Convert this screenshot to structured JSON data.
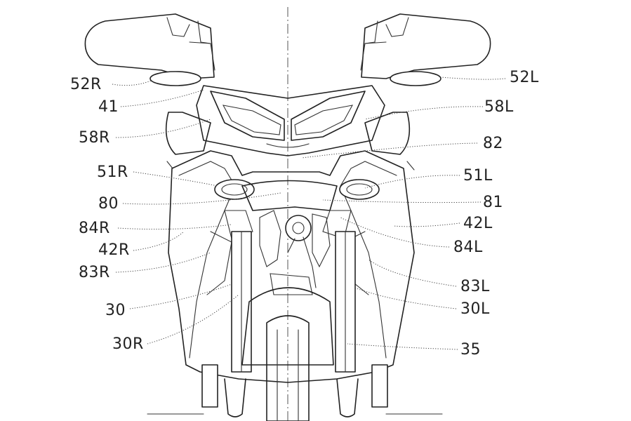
{
  "labels": {
    "l52R": "52R",
    "l41": "41",
    "l58R": "58R",
    "l51R": "51R",
    "l80": "80",
    "l84R": "84R",
    "l42R": "42R",
    "l83R": "83R",
    "l30": "30",
    "l30R": "30R",
    "l52L": "52L",
    "l58L": "58L",
    "l82": "82",
    "l51L": "51L",
    "l81": "81",
    "l42L": "42L",
    "l84L": "84L",
    "l83L": "83L",
    "l30L": "30L",
    "l35": "35"
  }
}
